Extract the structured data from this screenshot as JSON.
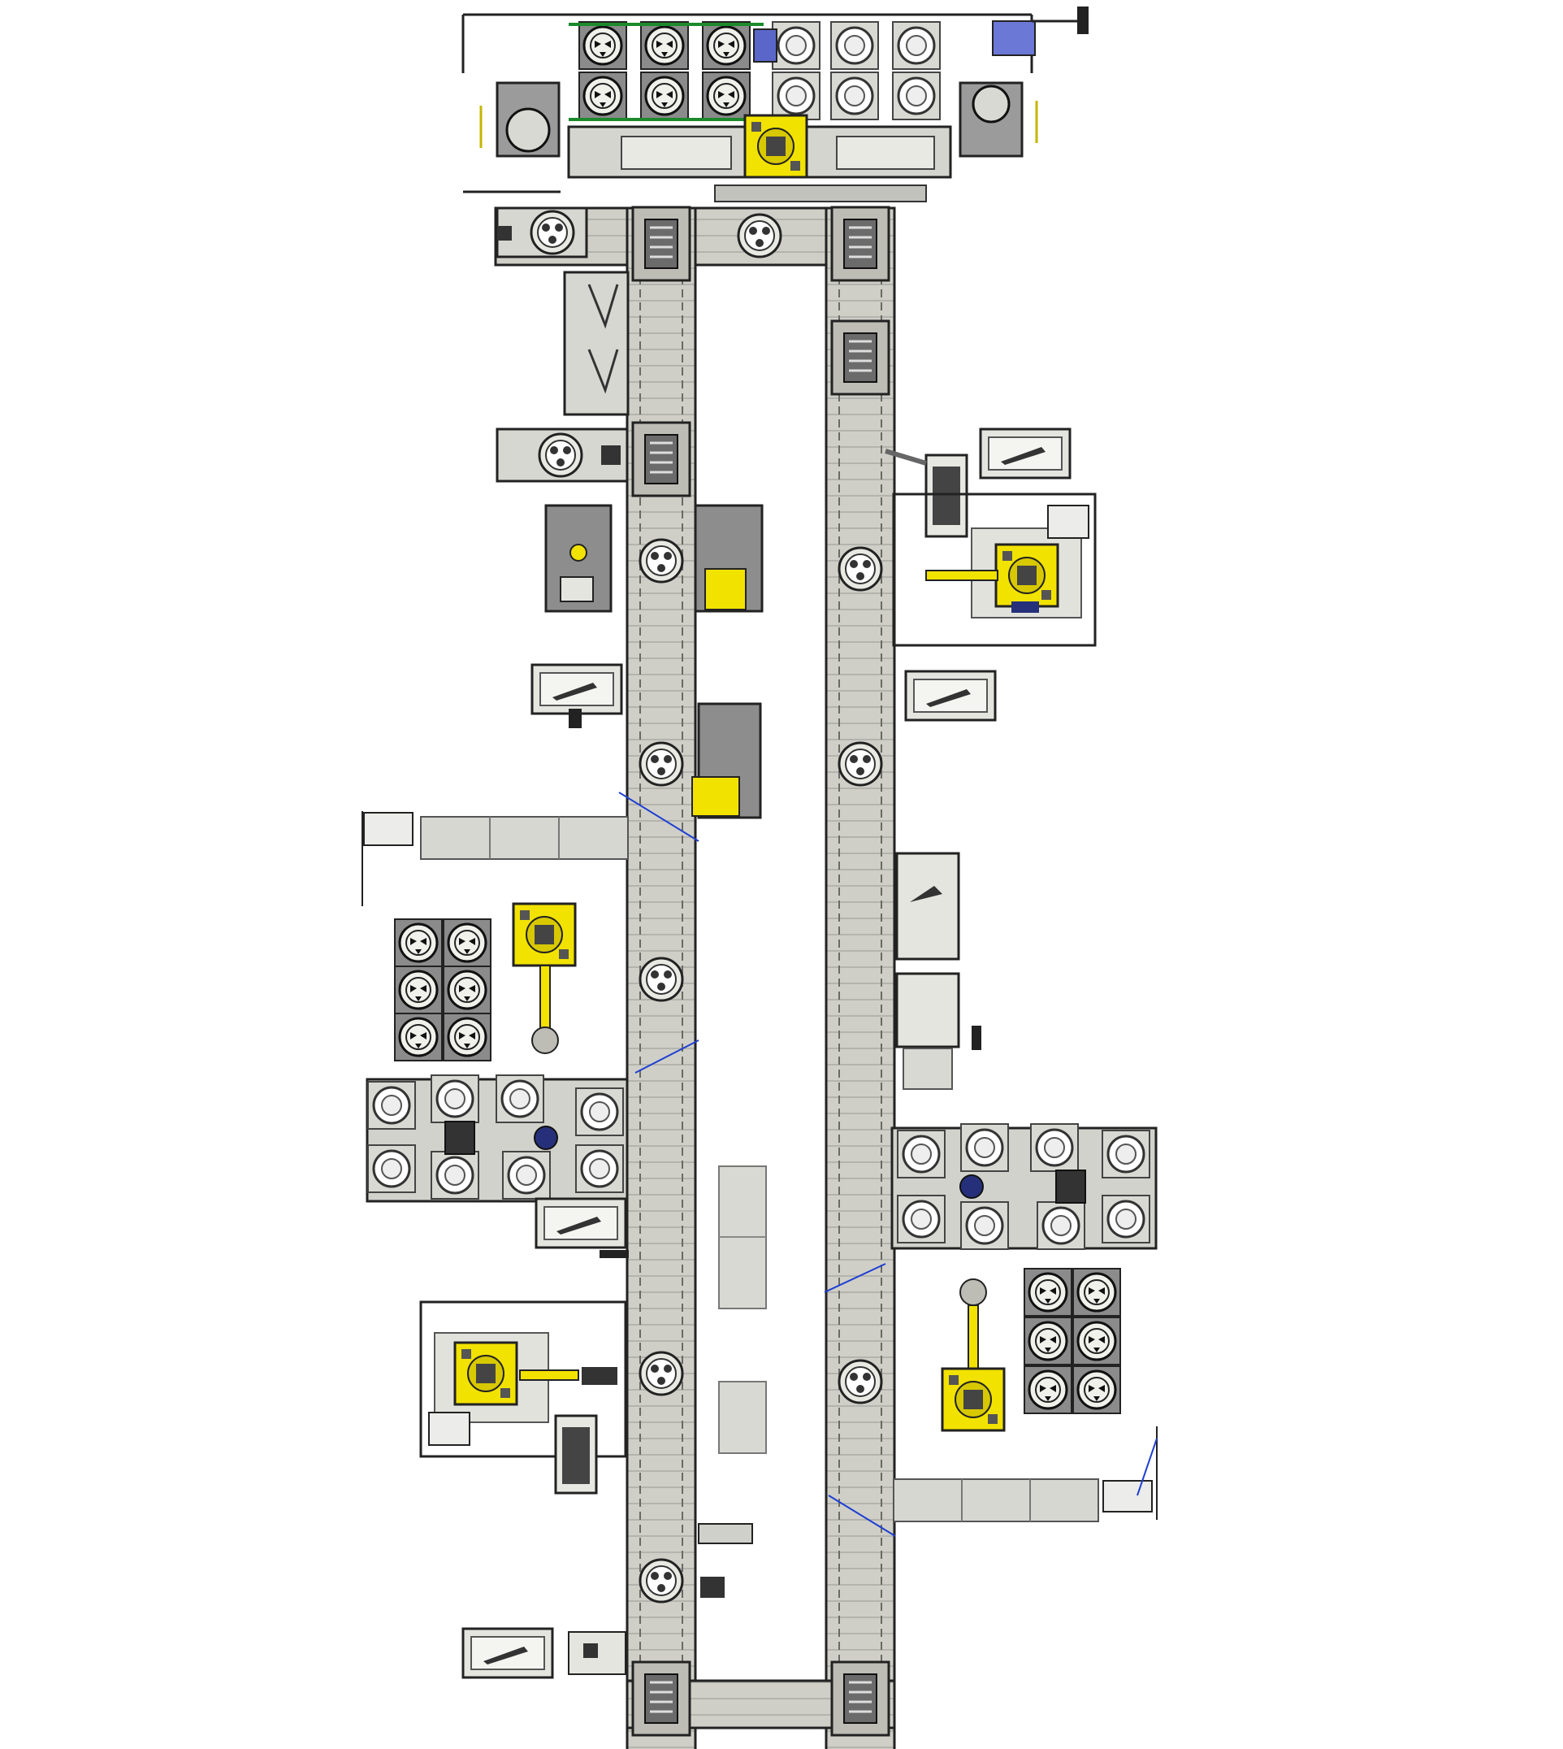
{
  "colors": {
    "frame": "#2b2b2b",
    "conveyor": "#c9c9c2",
    "panel_gray": "#8d8d8d",
    "panel_light": "#d7d7d2",
    "robot_yellow": "#f2e200",
    "fixture_blue": "#26307a",
    "accent_green": "#1c8a2c",
    "wire_blue": "#1f3fd1"
  },
  "layout": {
    "type": "factory-floor-plan",
    "view": "top",
    "conveyor_lanes": 2,
    "robot_cells": 6,
    "fixture_racks": 4,
    "cad_pallet_stations": 14
  }
}
